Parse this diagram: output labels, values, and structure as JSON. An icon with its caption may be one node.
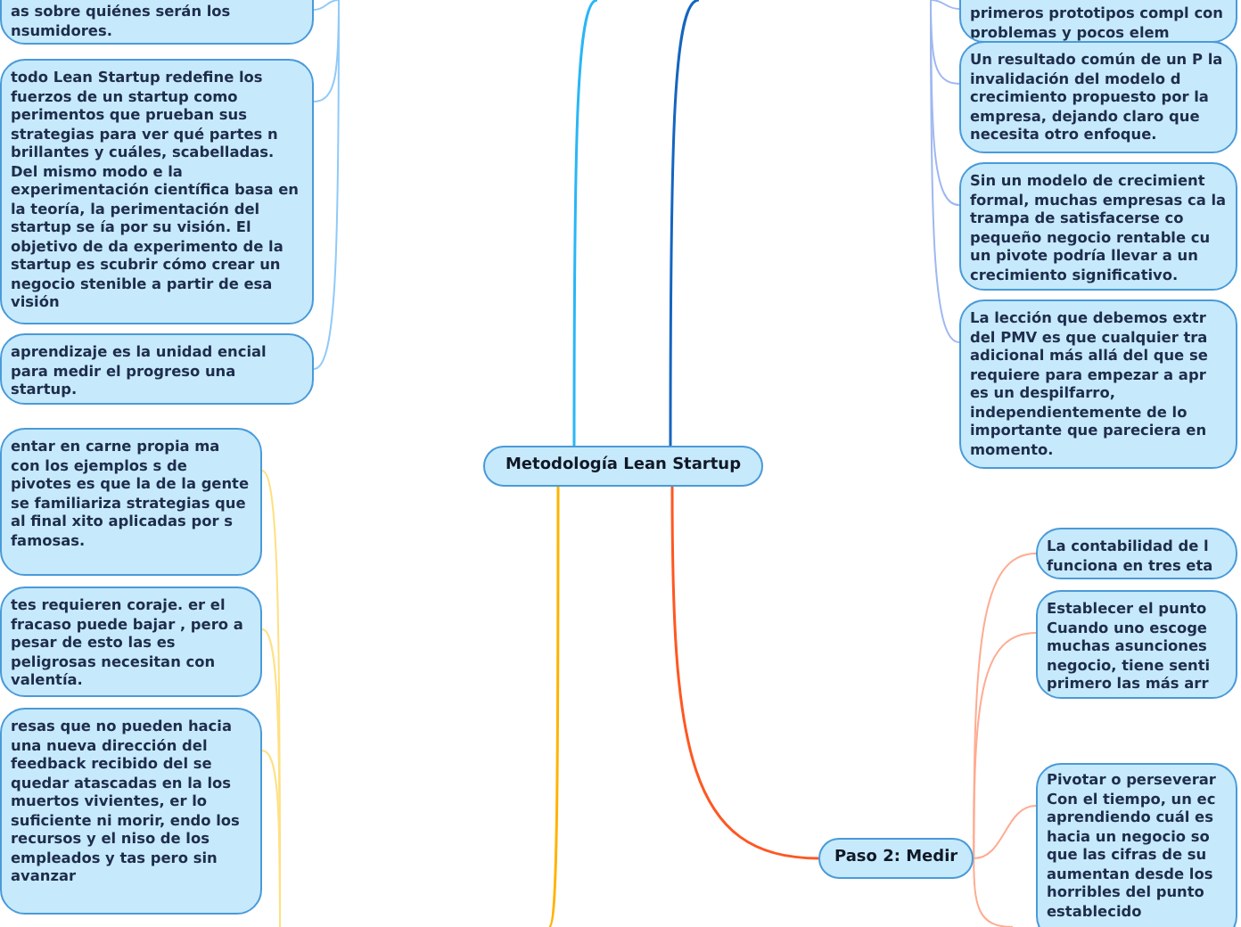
{
  "diagram": {
    "nodes": [
      {
        "text": [
          "Metodología Lean Startup"
        ]
      },
      {
        "text": [
          "as sobre quiénes serán los nsumidores."
        ]
      },
      {
        "text": [
          "todo Lean Startup redefine los fuerzos de un startup como perimentos que prueban sus strategias para ver qué partes n brillantes y cuáles, scabelladas. Del mismo modo e la experimentación científica basa en la teoría, la perimentación del startup se ía por su visión. El objetivo de da experimento de la startup es scubrir cómo crear un negocio stenible a partir de esa visión"
        ]
      },
      {
        "text": [
          "aprendizaje es la unidad encial para medir el progreso una startup."
        ]
      },
      {
        "text": [
          "entar en carne propia ma con los ejemplos s de pivotes es que la de la gente se familiariza strategias que al final xito aplicadas por s famosas."
        ]
      },
      {
        "text": [
          "tes requieren coraje. er el fracaso puede bajar , pero a pesar de esto las es peligrosas necesitan con valentía."
        ]
      },
      {
        "text": [
          "resas que no pueden hacia una nueva dirección del feedback recibido del se quedar atascadas en la los muertos vivientes, er lo suficiente ni morir, endo los recursos y el niso de los empleados y tas pero sin avanzar"
        ]
      },
      {
        "text": [
          "primeros prototipos compl con problemas y pocos elem"
        ]
      },
      {
        "text": [
          "Un resultado común de un P la invalidación del modelo d crecimiento propuesto por la empresa, dejando claro que necesita otro enfoque."
        ]
      },
      {
        "text": [
          "Sin un modelo de crecimient formal, muchas empresas ca la trampa de satisfacerse co pequeño negocio rentable cu un pivote podría llevar a un crecimiento significativo."
        ]
      },
      {
        "text": [
          "La lección que debemos extr del PMV es que cualquier tra adicional más allá del que se requiere para empezar a apr es un despilfarro, independientemente de lo importante que pareciera en momento."
        ]
      },
      {
        "text": [
          "Paso 2: Medir"
        ]
      },
      {
        "text": [
          "La contabilidad de l funciona en tres eta"
        ]
      },
      {
        "text": [
          "Establecer el punto Cuando uno escoge muchas asunciones negocio, tiene senti primero las más arr"
        ]
      },
      {
        "text": [
          "Pivotar o perseverar Con el tiempo, un ec aprendiendo cuál es hacia un negocio so que las cifras de su aumentan desde los horribles del punto establecido"
        ]
      }
    ],
    "edges": [
      {
        "from": 0,
        "to": null,
        "arrow": "none",
        "color": "#29b6f6"
      },
      {
        "from": 0,
        "to": null,
        "arrow": "none",
        "color": "#1565c0"
      },
      {
        "from": 0,
        "to": null,
        "arrow": "none",
        "color": "#ffb300"
      },
      {
        "from": 0,
        "to": 11,
        "arrow": "none",
        "color": "#ff5722"
      },
      {
        "from": null,
        "to": 1,
        "arrow": "none",
        "color": "#90caf9"
      },
      {
        "from": null,
        "to": 2,
        "arrow": "none",
        "color": "#90caf9"
      },
      {
        "from": null,
        "to": 3,
        "arrow": "none",
        "color": "#90caf9"
      },
      {
        "from": null,
        "to": 4,
        "arrow": "none",
        "color": "#ffe082"
      },
      {
        "from": null,
        "to": 5,
        "arrow": "none",
        "color": "#ffe082"
      },
      {
        "from": null,
        "to": 6,
        "arrow": "none",
        "color": "#ffe082"
      },
      {
        "from": null,
        "to": 7,
        "arrow": "none",
        "color": "#9fb8f0"
      },
      {
        "from": null,
        "to": 8,
        "arrow": "none",
        "color": "#9fb8f0"
      },
      {
        "from": null,
        "to": 9,
        "arrow": "none",
        "color": "#9fb8f0"
      },
      {
        "from": null,
        "to": 10,
        "arrow": "none",
        "color": "#9fb8f0"
      },
      {
        "from": 11,
        "to": 12,
        "arrow": "none",
        "color": "#ffab91"
      },
      {
        "from": 11,
        "to": 13,
        "arrow": "none",
        "color": "#ffab91"
      },
      {
        "from": 11,
        "to": 14,
        "arrow": "none",
        "color": "#ffab91"
      },
      {
        "from": 11,
        "to": null,
        "arrow": "none",
        "color": "#ffab91"
      }
    ]
  }
}
